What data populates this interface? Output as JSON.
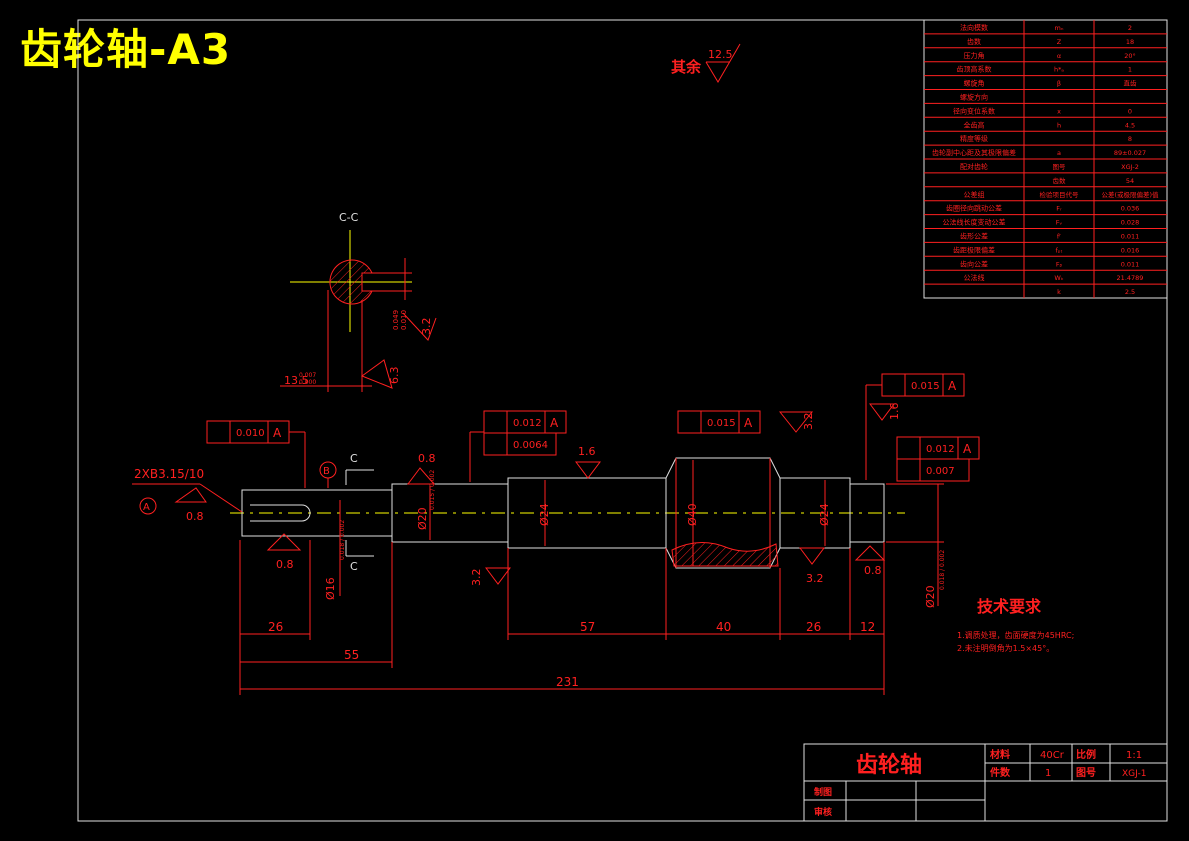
{
  "heading": "齿轮轴-A3",
  "roughness_rest": {
    "label": "其余",
    "value": "12.5"
  },
  "section": {
    "label": "C-C",
    "tol_upper": "0.049",
    "tol_lower": "0.010",
    "tol_side": "0.000",
    "dim_bottom": "13.5",
    "dim_bottom_upper": "0.007",
    "dim_bottom_lower": "0.000",
    "rough_a": "3.2",
    "rough_b": "6.3"
  },
  "views": {
    "section_mark_c1": "C",
    "section_mark_c2": "C",
    "datum_b": "B",
    "datum_a": "A",
    "center_hole": "2XB3.15/10"
  },
  "gdt": [
    {
      "tol": "0.010",
      "datum": "A"
    },
    {
      "tol": "0.012",
      "datum": "A"
    },
    {
      "tol": "0.0064",
      "datum": ""
    },
    {
      "tol": "0.015",
      "datum": "A"
    },
    {
      "tol": "0.015",
      "datum": "A"
    },
    {
      "tol": "0.012",
      "datum": "A"
    },
    {
      "tol": "0.007",
      "datum": ""
    }
  ],
  "roughness": [
    "0.8",
    "0.8",
    "0.8",
    "1.6",
    "3.2",
    "3.2",
    "3.2",
    "0.8",
    "1.6"
  ],
  "diameters": {
    "d16": "Ø16",
    "d20": "Ø20",
    "d24a": "Ø24",
    "d40": "Ø40",
    "d24b": "Ø24",
    "d20b": "Ø20",
    "tol_a": "0.018 / 0.002",
    "tol_b": "0.015 / 0.002",
    "tol_c": "0.018 / 0.002"
  },
  "dimensions": {
    "d26a": "26",
    "d55": "55",
    "d57": "57",
    "d40": "40",
    "d26b": "26",
    "d12": "12",
    "d231": "231"
  },
  "tech": {
    "title": "技术要求",
    "line1": "1.调质处理，齿面硬度为45HRC;",
    "line2": "2.未注明倒角为1.5×45°。"
  },
  "param_table": [
    {
      "name": "法向模数",
      "sym": "mₙ",
      "val": "2"
    },
    {
      "name": "齿数",
      "sym": "Z",
      "val": "18"
    },
    {
      "name": "压力角",
      "sym": "α",
      "val": "20°"
    },
    {
      "name": "齿顶高系数",
      "sym": "h*ₐ",
      "val": "1"
    },
    {
      "name": "螺旋角",
      "sym": "β",
      "val": "直齿"
    },
    {
      "name": "螺旋方向",
      "sym": "",
      "val": ""
    },
    {
      "name": "径向变位系数",
      "sym": "x",
      "val": "0"
    },
    {
      "name": "全齿高",
      "sym": "h",
      "val": "4.5"
    },
    {
      "name": "精度等级",
      "sym": "",
      "val": "8"
    },
    {
      "name": "齿轮副中心距及其极限偏差",
      "sym": "a",
      "val": "89±0.027"
    },
    {
      "name": "配对齿轮",
      "sym": "图号",
      "val": "XGJ-2"
    },
    {
      "name": "",
      "sym": "齿数",
      "val": "54"
    },
    {
      "name": "公差组",
      "sym": "检验项目代号",
      "val": "公差(或极限偏差)值"
    },
    {
      "name": "齿圈径向跳动公差",
      "sym": "Fᵣ",
      "val": "0.036"
    },
    {
      "name": "公法线长度变动公差",
      "sym": "Fᵥ",
      "val": "0.028"
    },
    {
      "name": "齿形公差",
      "sym": "fᶠ",
      "val": "0.011"
    },
    {
      "name": "齿距极限偏差",
      "sym": "fₚₜ",
      "val": "0.016"
    },
    {
      "name": "齿向公差",
      "sym": "Fᵦ",
      "val": "0.011"
    },
    {
      "name": "公法线",
      "sym": "Wₖ",
      "val": "21.4789"
    },
    {
      "name": "",
      "sym": "k",
      "val": "2.5"
    }
  ],
  "title_block": {
    "part_name": "齿轮轴",
    "material_label": "材料",
    "material": "40Cr",
    "scale_label": "比例",
    "scale": "1:1",
    "qty_label": "件数",
    "qty": "1",
    "drawing_no_label": "图号",
    "drawing_no": "XGJ-1",
    "drawn_by": "制图",
    "checked_by": "审核"
  }
}
